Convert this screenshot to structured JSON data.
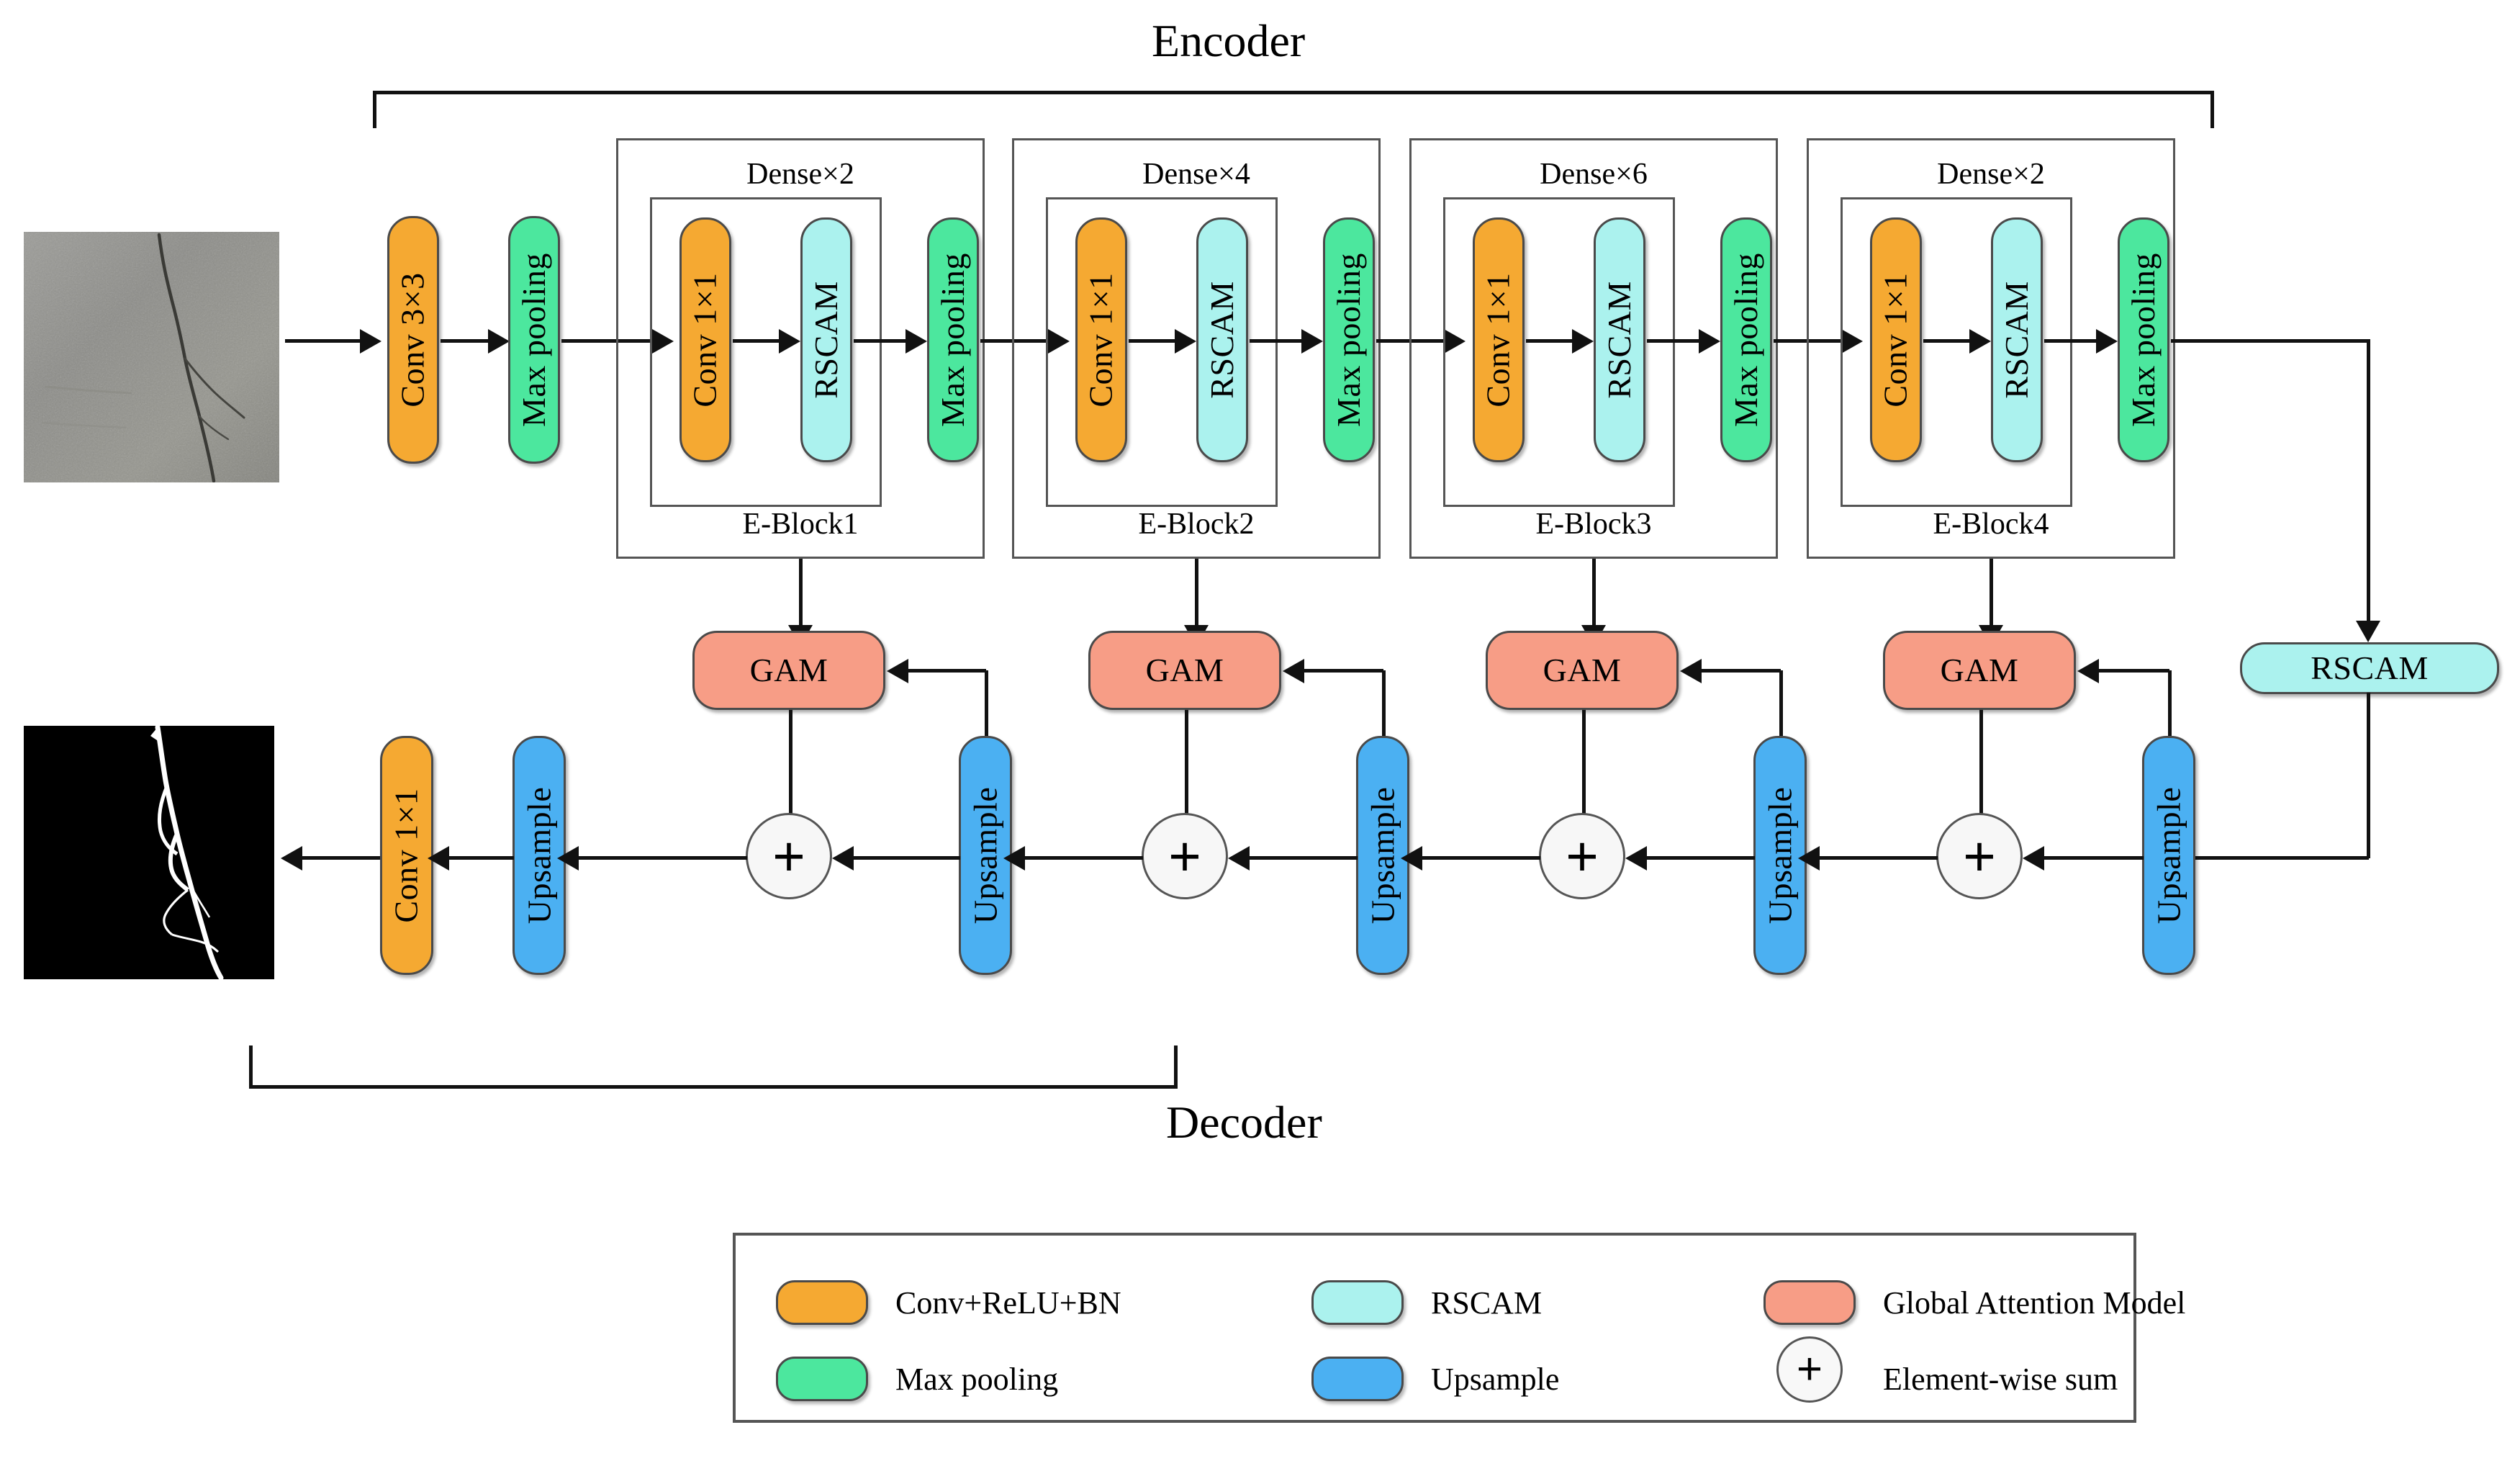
{
  "diagram": {
    "encoder_label": "Encoder",
    "decoder_label": "Decoder"
  },
  "input_image": {
    "name": "crack-photo",
    "alt": "grayscale concrete surface with crack"
  },
  "output_image": {
    "name": "crack-mask",
    "alt": "black binary mask with white crack skeleton"
  },
  "encoder": {
    "stem": [
      {
        "label": "Conv 3×3",
        "color": "#F5A932",
        "kind": "conv"
      },
      {
        "label": "Max pooling",
        "color": "#4CE79E",
        "kind": "pool"
      }
    ],
    "blocks": [
      {
        "block_label": "E-Block1",
        "dense_label": "Dense×2",
        "items": [
          {
            "label": "Conv 1×1",
            "color": "#F5A932"
          },
          {
            "label": "RSCAM",
            "color": "#ABF2EE"
          },
          {
            "label": "Max pooling",
            "color": "#4CE79E"
          }
        ]
      },
      {
        "block_label": "E-Block2",
        "dense_label": "Dense×4",
        "items": [
          {
            "label": "Conv 1×1",
            "color": "#F5A932"
          },
          {
            "label": "RSCAM",
            "color": "#ABF2EE"
          },
          {
            "label": "Max pooling",
            "color": "#4CE79E"
          }
        ]
      },
      {
        "block_label": "E-Block3",
        "dense_label": "Dense×6",
        "items": [
          {
            "label": "Conv 1×1",
            "color": "#F5A932"
          },
          {
            "label": "RSCAM",
            "color": "#ABF2EE"
          },
          {
            "label": "Max pooling",
            "color": "#4CE79E"
          }
        ]
      },
      {
        "block_label": "E-Block4",
        "dense_label": "Dense×2",
        "items": [
          {
            "label": "Conv 1×1",
            "color": "#F5A932"
          },
          {
            "label": "RSCAM",
            "color": "#ABF2EE"
          },
          {
            "label": "Max pooling",
            "color": "#4CE79E"
          }
        ]
      }
    ]
  },
  "bottleneck": {
    "label": "RSCAM",
    "color": "#ABF2EE"
  },
  "decoder": {
    "gam_label": "GAM",
    "gams": [
      {
        "label": "GAM"
      },
      {
        "label": "GAM"
      },
      {
        "label": "GAM"
      },
      {
        "label": "GAM"
      }
    ],
    "upsamples": [
      {
        "label": "Upsample"
      },
      {
        "label": "Upsample"
      },
      {
        "label": "Upsample"
      },
      {
        "label": "Upsample"
      },
      {
        "label": "Upsample"
      }
    ],
    "sums": [
      {
        "symbol": "+"
      },
      {
        "symbol": "+"
      },
      {
        "symbol": "+"
      },
      {
        "symbol": "+"
      }
    ],
    "head": {
      "label": "Conv 1×1",
      "color": "#F5A932"
    }
  },
  "legend": {
    "entries": [
      {
        "label": "Conv+ReLU+BN",
        "color": "#F5A932",
        "shape": "pill"
      },
      {
        "label": "RSCAM",
        "color": "#ABF2EE",
        "shape": "pill"
      },
      {
        "label": "Global Attention Model",
        "color": "#F79D86",
        "shape": "pill"
      },
      {
        "label": "Max pooling",
        "color": "#4CE79E",
        "shape": "pill"
      },
      {
        "label": "Upsample",
        "color": "#4BB0F2",
        "shape": "pill"
      },
      {
        "label": "Element-wise sum",
        "color": "#F8F8F8",
        "shape": "circle",
        "symbol": "+"
      }
    ]
  }
}
